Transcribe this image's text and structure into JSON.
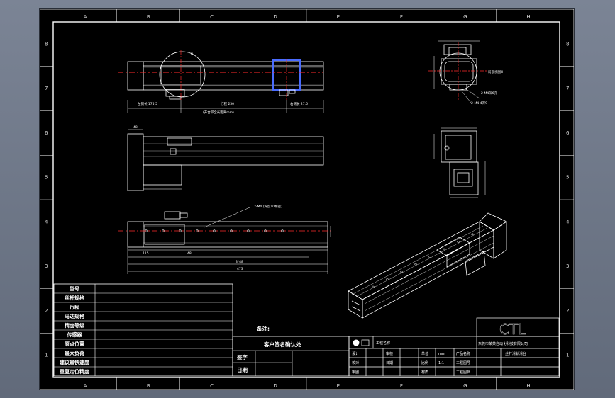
{
  "zone_columns": [
    "A",
    "B",
    "C",
    "D",
    "E",
    "F",
    "G",
    "H"
  ],
  "zone_rows": [
    "8",
    "7",
    "6",
    "5",
    "4",
    "3",
    "2",
    "1"
  ],
  "views": {
    "front": {
      "callout": "H",
      "dims": {
        "left": "左侧长 175.5",
        "travel": "行程 250",
        "right": "右侧长 27.5",
        "total_note": "(开合带全长距离mm)"
      }
    },
    "end_view": {
      "callout": "局部视图H",
      "dims": {
        "d1": "2-M4深6孔",
        "d2": "2-M4 4深9"
      }
    },
    "side": {
      "dims": {
        "d1": "48"
      }
    },
    "top": {
      "callout": "2-M4 (深度10精密)",
      "dims": {
        "a": "115",
        "b": "48",
        "c": "3*48",
        "d": "473"
      }
    }
  },
  "spec_table": {
    "rows": [
      "型号",
      "丝杆规格",
      "行程",
      "马达规格",
      "精度等级",
      "传感器",
      "原点位置",
      "最大负荷",
      "建议最快速度",
      "重复定位精度"
    ]
  },
  "notes_label": "备注:",
  "customer_confirm": "客户签名确认处",
  "sign_rows": [
    "签字",
    "日期"
  ],
  "title_block": {
    "logo": "CTL",
    "company": "东莞市某某自动化科技有限公司",
    "projection_label": "工程名称",
    "left": [
      [
        "设计",
        "审核"
      ],
      [
        "校对",
        "日期"
      ],
      [
        "审图",
        ""
      ]
    ],
    "mid": [
      [
        "单位",
        "mm"
      ],
      [
        "比例",
        "1:1"
      ],
      [
        "材质",
        ""
      ]
    ],
    "right_labels": [
      "产品名称",
      "工程图号",
      "工程图档"
    ],
    "product_name": "丝杆滑轨滑台"
  },
  "colors": {
    "background": "#000000",
    "lines": "#ffffff",
    "centerline": "#ff2a2a",
    "highlight": "#4a6cff",
    "app_frame": "#6e7787"
  }
}
